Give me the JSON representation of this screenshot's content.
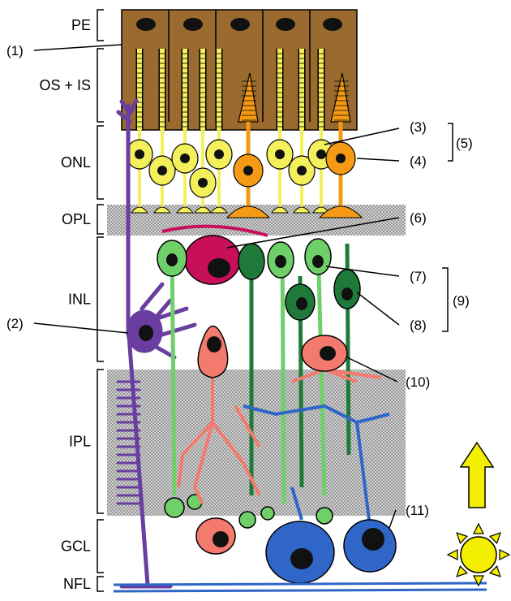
{
  "layers": [
    {
      "id": "pe",
      "label": "PE"
    },
    {
      "id": "os-is",
      "label": "OS + IS"
    },
    {
      "id": "onl",
      "label": "ONL"
    },
    {
      "id": "opl",
      "label": "OPL"
    },
    {
      "id": "inl",
      "label": "INL"
    },
    {
      "id": "ipl",
      "label": "IPL"
    },
    {
      "id": "gcl",
      "label": "GCL"
    },
    {
      "id": "nfl",
      "label": "NFL"
    }
  ],
  "callouts": {
    "c1": "(1)",
    "c2": "(2)",
    "c3": "(3)",
    "c4": "(4)",
    "c5": "(5)",
    "c6": "(6)",
    "c7": "(7)",
    "c8": "(8)",
    "c9": "(9)",
    "c10": "(10)",
    "c11": "(11)"
  },
  "colors": {
    "pigment_epithelium": "#9a6a2f",
    "rod": "#f4f05c",
    "cone": "#f59a14",
    "horizontal_cell": "#c8105a",
    "bipolar_light": "#6fd06a",
    "bipolar_dark": "#1f7a3a",
    "amacrine": "#f47a6e",
    "ganglion": "#2f66c8",
    "muller_glia": "#6a3ea0",
    "plexiform_stipple": "#b8b8b8",
    "light_arrow": "#f4ee00",
    "sun": "#f4ee00"
  },
  "icons": {
    "light_direction": "up-arrow-icon",
    "light_source": "sun-icon"
  }
}
